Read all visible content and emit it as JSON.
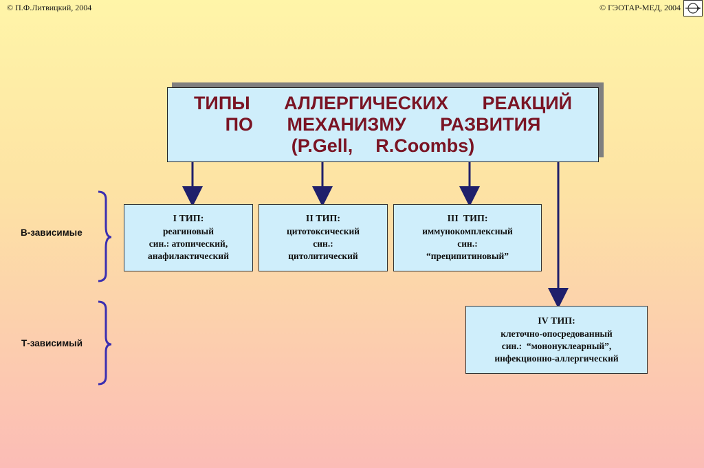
{
  "header": {
    "copyright_left": "© П.Ф.Литвицкий, 2004",
    "copyright_right": "© ГЭОТАР-МЕД, 2004"
  },
  "title": {
    "line1": "ТИПЫ   АЛЛЕРГИЧЕСКИХ   РЕАКЦИЙ",
    "line2": "ПО   МЕХАНИЗМУ   РАЗВИТИЯ",
    "line3": "(P.Gell,  R.Coombs)"
  },
  "groups": {
    "b_dependent": "В-зависимые",
    "t_dependent": "Т-зависимый"
  },
  "types": [
    {
      "title": "I ТИП:",
      "lines": [
        "реагиновый",
        "син.: атопический,",
        "анафилактический"
      ]
    },
    {
      "title": "II ТИП:",
      "lines": [
        "цитотоксический",
        "син.:",
        "цитолитический"
      ]
    },
    {
      "title": "III  ТИП:",
      "lines": [
        "иммунокомплексный",
        "син.:",
        "“преципитиновый”"
      ]
    },
    {
      "title": "IV ТИП:",
      "lines": [
        "клеточно-опосредованный",
        "син.:  “мононуклеарный”,",
        "инфекционно-аллергический"
      ]
    }
  ],
  "colors": {
    "title_text": "#7a1424",
    "box_fill": "#cfeefb",
    "arrow": "#1f1f6b",
    "brace": "#3b2fb0"
  }
}
